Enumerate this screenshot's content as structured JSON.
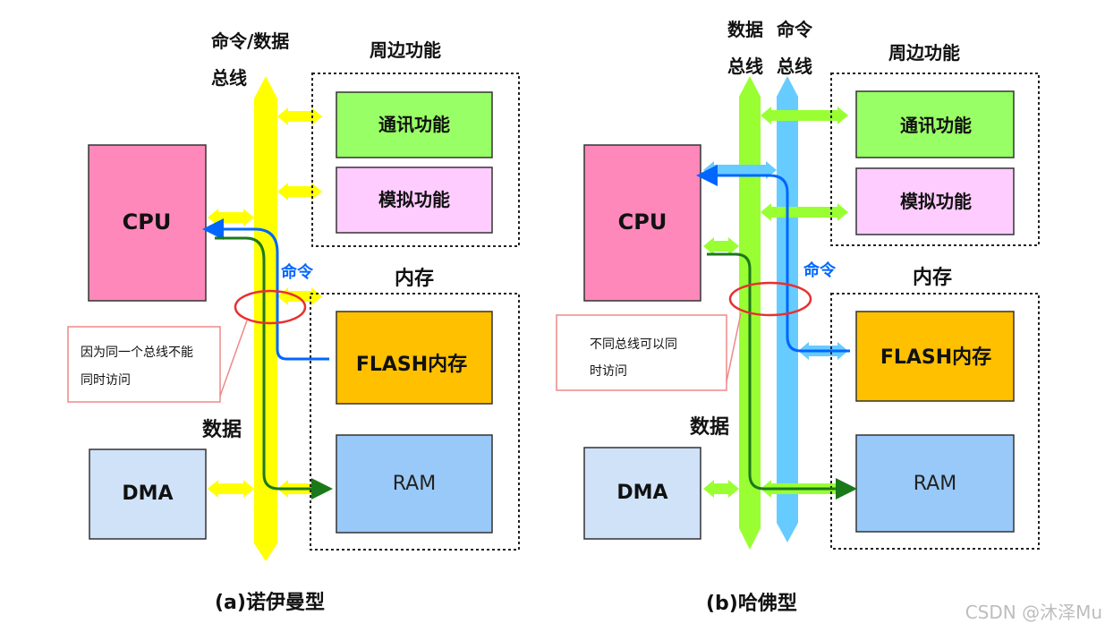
{
  "watermark": "CSDN @沐泽Mu",
  "left": {
    "caption": "(a)诺伊曼型",
    "bus_label_line1": "命令/数据",
    "bus_label_line2": "总线",
    "peripheral_group": "周边功能",
    "comm": "通讯功能",
    "analog": "模拟功能",
    "memory_group": "内存",
    "cpu": "CPU",
    "dma": "DMA",
    "flash": "FLASH内存",
    "ram": "RAM",
    "cmd_label": "命令",
    "data_label": "数据",
    "note_line1": "因为同一个总线不能",
    "note_line2": "同时访问"
  },
  "right": {
    "caption": "(b)哈佛型",
    "data_bus_line1": "数据",
    "data_bus_line2": "总线",
    "cmd_bus_line1": "命令",
    "cmd_bus_line2": "总线",
    "peripheral_group": "周边功能",
    "comm": "通讯功能",
    "analog": "模拟功能",
    "memory_group": "内存",
    "cpu": "CPU",
    "dma": "DMA",
    "flash": "FLASH内存",
    "ram": "RAM",
    "cmd_label": "命令",
    "data_label": "数据",
    "note_line1": "不同总线可以同",
    "note_line2": "时访问"
  },
  "colors": {
    "yellow_bus": "#ffff00",
    "green_bus": "#99ff33",
    "blue_bus": "#66ccff",
    "cpu": "#ff88bb",
    "comm": "#99ff66",
    "analog": "#ffccff",
    "flash": "#ffc000",
    "ram": "#99c9f8",
    "dma": "#cfe2f8",
    "cmd_line": "#0066ff",
    "data_line": "#1a7a1a",
    "note_ellipse": "#e83030"
  }
}
